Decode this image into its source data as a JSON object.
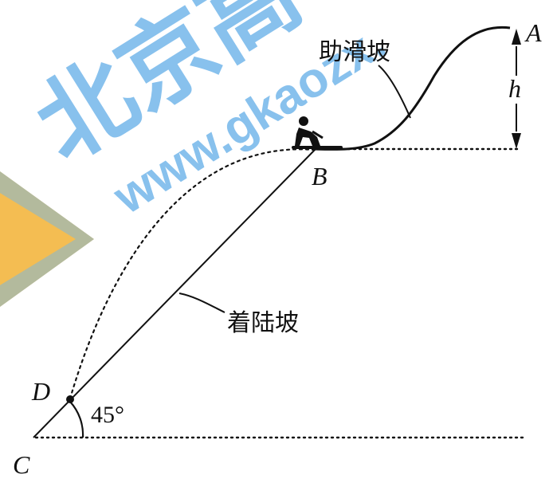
{
  "watermark": {
    "brand_text": "北京高考",
    "url_text": "www.gkaozx.",
    "color": "#5aa9e6",
    "accent_color": "#f2b233"
  },
  "labels": {
    "point_a": "A",
    "point_b": "B",
    "point_c": "C",
    "point_d": "D",
    "height": "h",
    "angle": "45°",
    "slope_approach": "助滑坡",
    "slope_landing": "着陆坡"
  },
  "colors": {
    "line": "#111111",
    "background": "#ffffff"
  }
}
